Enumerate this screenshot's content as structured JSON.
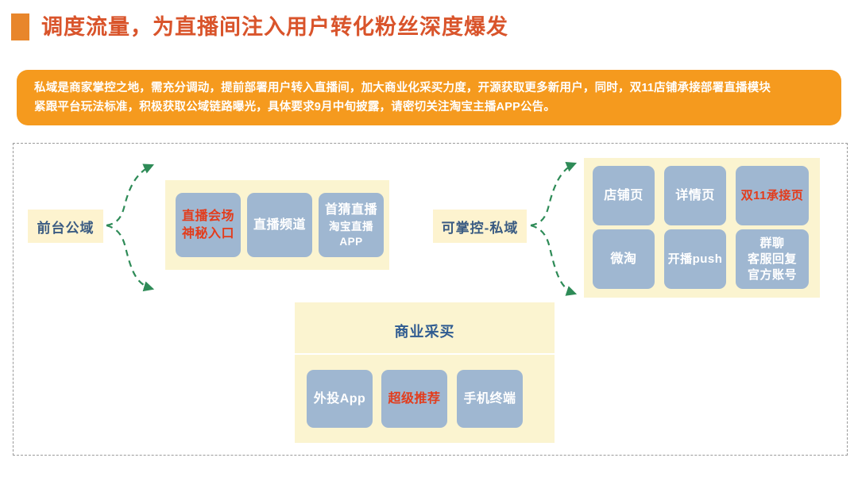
{
  "title": {
    "text": "调度流量，为直播间注入用户转化粉丝深度爆发",
    "accent_color": "#e8862b",
    "text_color": "#d9542b"
  },
  "banner": {
    "background_color": "#f59a1e",
    "line1": "私域是商家掌控之地，需充分调动，提前部署用户转入直播间，加大商业化采买力度，开源获取更多新用户，同时，双11店铺承接部署直播模块",
    "line2": "紧跟平台玩法标准，积极获取公域链路曝光，具体要求9月中旬披露，请密切关注淘宝主播APP公告。"
  },
  "diagram": {
    "public_domain": {
      "label": "前台公域",
      "chip_bg": "#fdf3cf",
      "chip_text_color": "#3a5b82",
      "nodes": [
        {
          "label": "直播会场",
          "label2": "神秘入口",
          "highlight": true
        },
        {
          "label": "直播频道",
          "label2": "",
          "highlight": false
        },
        {
          "label": "首猜直播",
          "label2": "淘宝直播APP",
          "highlight": false
        }
      ]
    },
    "private_domain": {
      "label": "可掌控-私域",
      "chip_bg": "#fdf3cf",
      "chip_text_color": "#3a5b82",
      "nodes_row1": [
        {
          "label": "店铺页",
          "highlight": false
        },
        {
          "label": "详情页",
          "highlight": false
        },
        {
          "label": "双11承接页",
          "highlight": true
        }
      ],
      "nodes_row2": [
        {
          "label": "微淘",
          "lines": [
            "微淘"
          ],
          "highlight": false
        },
        {
          "label": "开播push",
          "lines": [
            "开播push"
          ],
          "highlight": false
        },
        {
          "label": "群聊客服回复官方账号",
          "lines": [
            "群聊",
            "客服回复",
            "官方账号"
          ],
          "highlight": false
        }
      ]
    },
    "commercial": {
      "title": "商业采买",
      "title_color": "#2f5b91",
      "card_bg": "#fbf4d0",
      "nodes": [
        {
          "label": "外投App",
          "highlight": false
        },
        {
          "label": "超级推荐",
          "highlight": true
        },
        {
          "label": "手机终端",
          "highlight": false
        }
      ]
    },
    "colors": {
      "blue_box": "#9fb7d1",
      "highlight_text": "#e33c1c",
      "arrow": "#2e8b57",
      "frame_border": "#9a9a9a"
    }
  }
}
